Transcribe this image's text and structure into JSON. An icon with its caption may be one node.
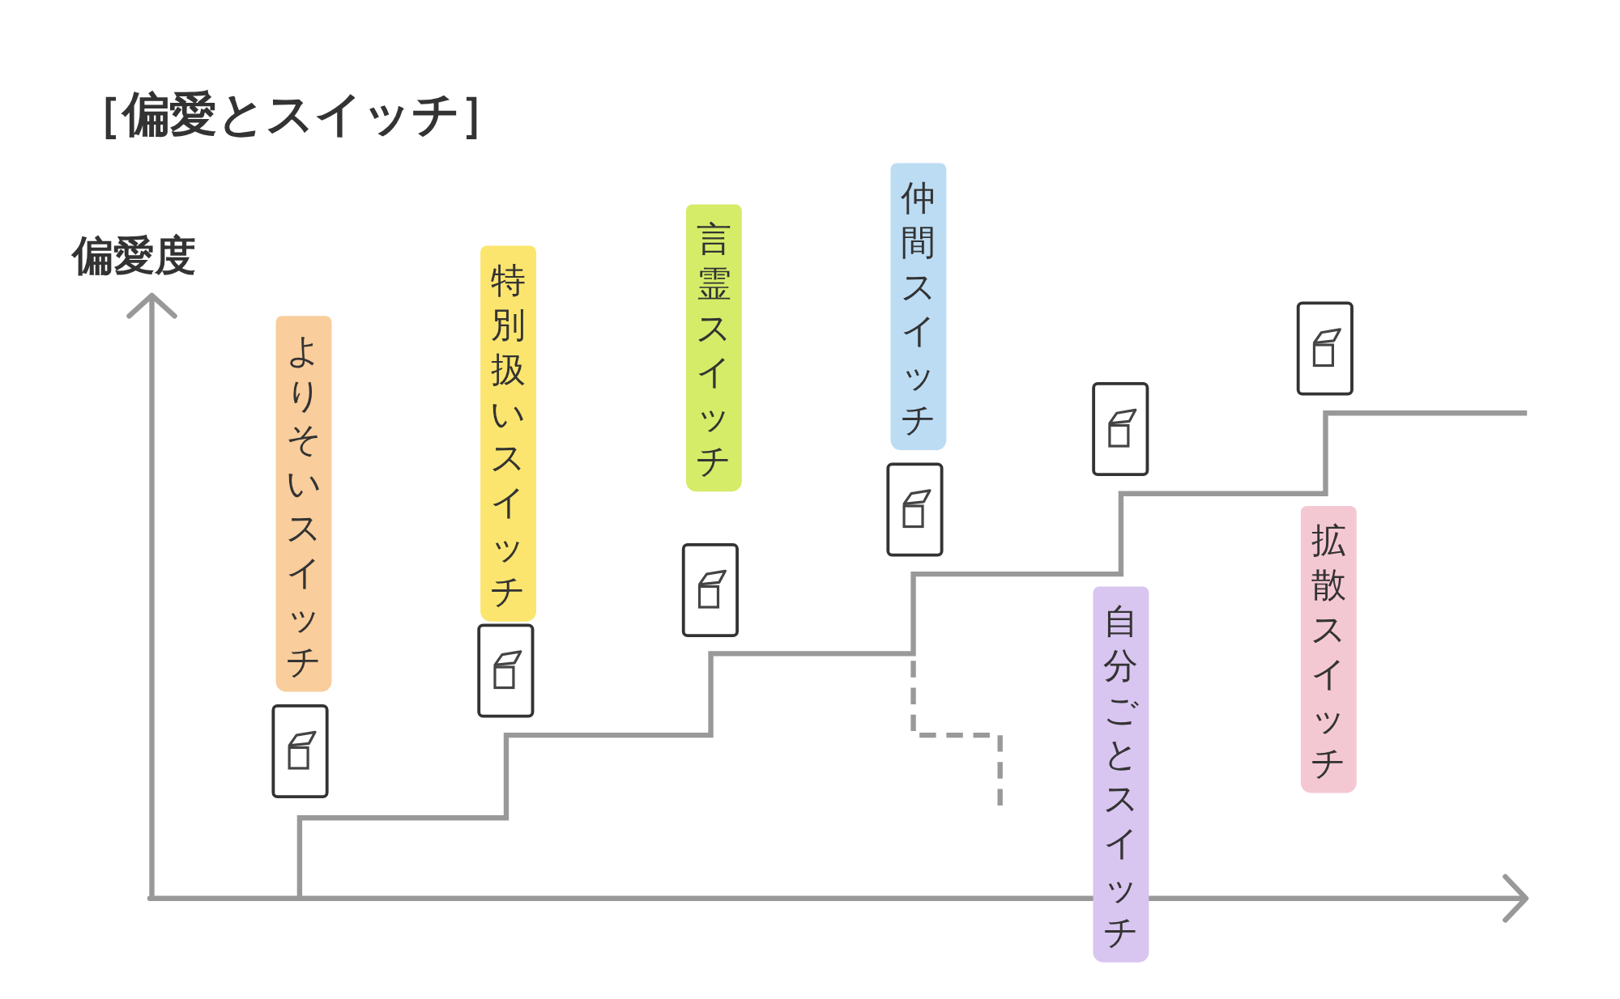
{
  "diagram": {
    "title": "［偏愛とスイッチ］",
    "nodes": [
      {
        "text": [
          "よりそいスイッチ"
        ]
      },
      {
        "text": [
          "特別扱いスイッチ"
        ]
      },
      {
        "text": [
          "言霊スイッチ"
        ]
      },
      {
        "text": [
          "仲間スイッチ"
        ]
      },
      {
        "text": [
          "自分ごとスイッチ"
        ]
      },
      {
        "text": [
          "拡散スイッチ"
        ]
      }
    ],
    "labels": [
      "偏愛度"
    ]
  }
}
